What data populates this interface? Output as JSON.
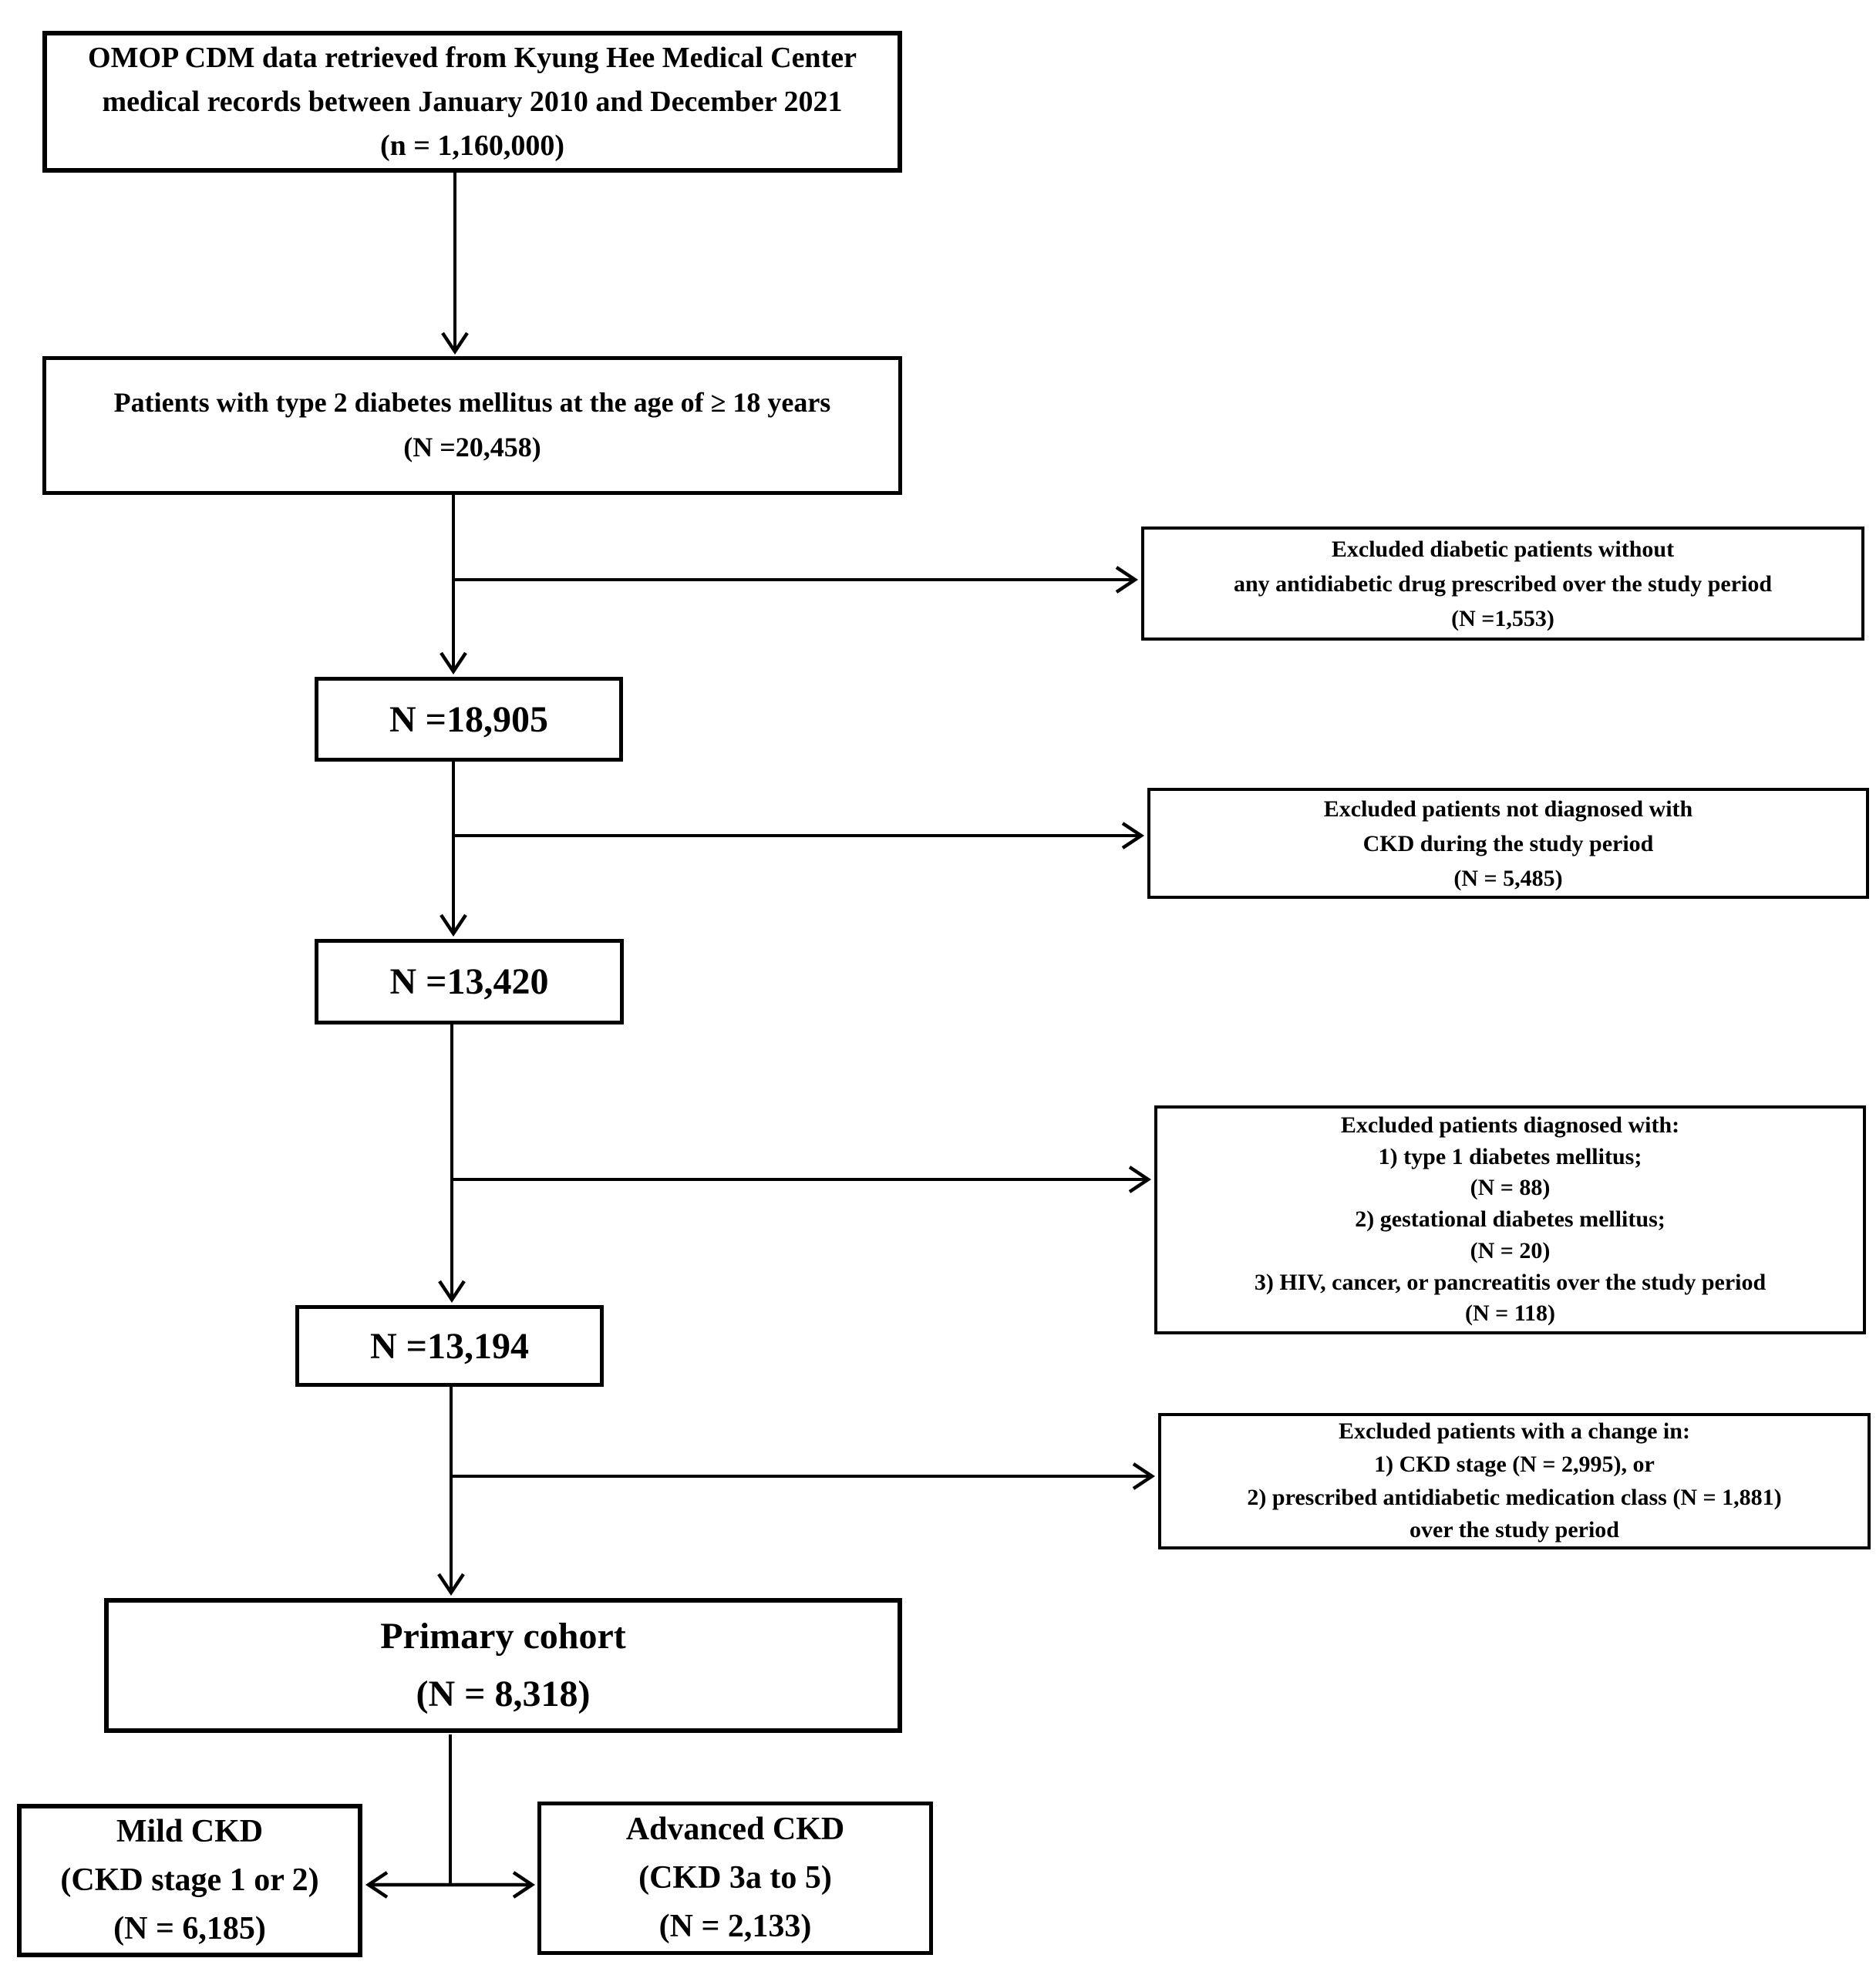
{
  "figure": {
    "type": "patient-selection-flowchart",
    "colors": {
      "line": "#000000",
      "background": "#ffffff",
      "text": "#000000"
    },
    "nodes": {
      "source": {
        "lines": [
          "OMOP CDM data retrieved from Kyung Hee Medical Center",
          "medical records between January 2010 and December 2021",
          "(n = 1,160,000)"
        ]
      },
      "t2dm": {
        "lines": [
          "Patients with type 2 diabetes mellitus at the age of ≥ 18 years",
          "(N =20,458)"
        ]
      },
      "excl_no_drug": {
        "lines": [
          "Excluded diabetic patients without",
          "any antidiabetic drug prescribed over the study period",
          "(N =1,553)"
        ]
      },
      "n_18905": {
        "lines": [
          "N =18,905"
        ]
      },
      "excl_no_ckd": {
        "lines": [
          "Excluded patients not diagnosed with",
          "CKD during the study period",
          "(N = 5,485)"
        ]
      },
      "n_13420": {
        "lines": [
          "N =13,420"
        ]
      },
      "excl_diagnoses": {
        "lines": [
          "Excluded patients diagnosed with:",
          "1) type 1 diabetes mellitus;",
          "(N = 88)",
          "2) gestational diabetes mellitus;",
          "(N = 20)",
          "3) HIV, cancer, or pancreatitis over the study period",
          "(N = 118)"
        ]
      },
      "n_13194": {
        "lines": [
          "N =13,194"
        ]
      },
      "excl_changes": {
        "lines": [
          "Excluded patients with a change in:",
          "1) CKD stage (N = 2,995), or",
          "2) prescribed antidiabetic medication class (N = 1,881)",
          "over the study period"
        ]
      },
      "primary": {
        "lines": [
          "Primary cohort",
          "(N = 8,318)"
        ]
      },
      "mild": {
        "lines": [
          "Mild CKD",
          "(CKD stage 1 or 2)",
          "(N = 6,185)"
        ]
      },
      "advanced": {
        "lines": [
          "Advanced CKD",
          "(CKD 3a to 5)",
          "(N = 2,133)"
        ]
      }
    }
  }
}
